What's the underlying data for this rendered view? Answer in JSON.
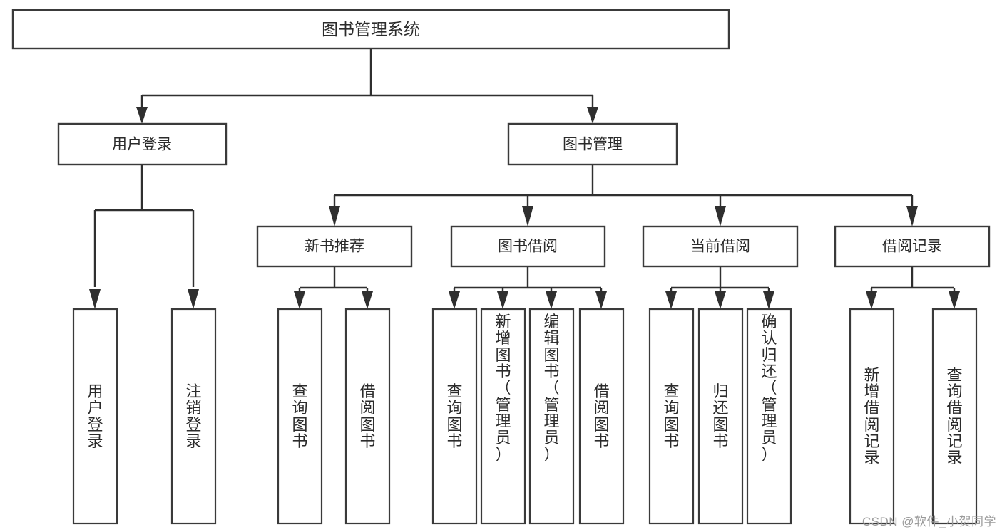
{
  "diagram": {
    "type": "tree",
    "title": "图书管理系统",
    "root": {
      "label": "图书管理系统"
    },
    "level2": [
      {
        "label": "用户登录"
      },
      {
        "label": "图书管理"
      }
    ],
    "level3": [
      {
        "label": "新书推荐"
      },
      {
        "label": "图书借阅"
      },
      {
        "label": "当前借阅"
      },
      {
        "label": "借阅记录"
      }
    ],
    "leaves": [
      {
        "label": "用户登录",
        "parent": "用户登录"
      },
      {
        "label": "注销登录",
        "parent": "用户登录"
      },
      {
        "label": "查询图书",
        "parent": "新书推荐"
      },
      {
        "label": "借阅图书",
        "parent": "新书推荐"
      },
      {
        "label": "查询图书",
        "parent": "图书借阅"
      },
      {
        "label": "新增图书（管理员）",
        "parent": "图书借阅"
      },
      {
        "label": "编辑图书（管理员）",
        "parent": "图书借阅"
      },
      {
        "label": "借阅图书",
        "parent": "图书借阅"
      },
      {
        "label": "查询图书",
        "parent": "当前借阅"
      },
      {
        "label": "归还图书",
        "parent": "当前借阅"
      },
      {
        "label": "确认归还（管理员）",
        "parent": "当前借阅"
      },
      {
        "label": "新增借阅记录",
        "parent": "借阅记录"
      },
      {
        "label": "查询借阅记录",
        "parent": "借阅记录"
      }
    ]
  },
  "watermark": {
    "text": "CSDN @软件_小贺同学"
  },
  "colors": {
    "background": "#ffffff",
    "box_fill": "#ffffff",
    "box_stroke": "#3a3a3a",
    "connector": "#2f2f2f",
    "text": "#2b2b2b",
    "watermark": "#9a9a9a"
  }
}
